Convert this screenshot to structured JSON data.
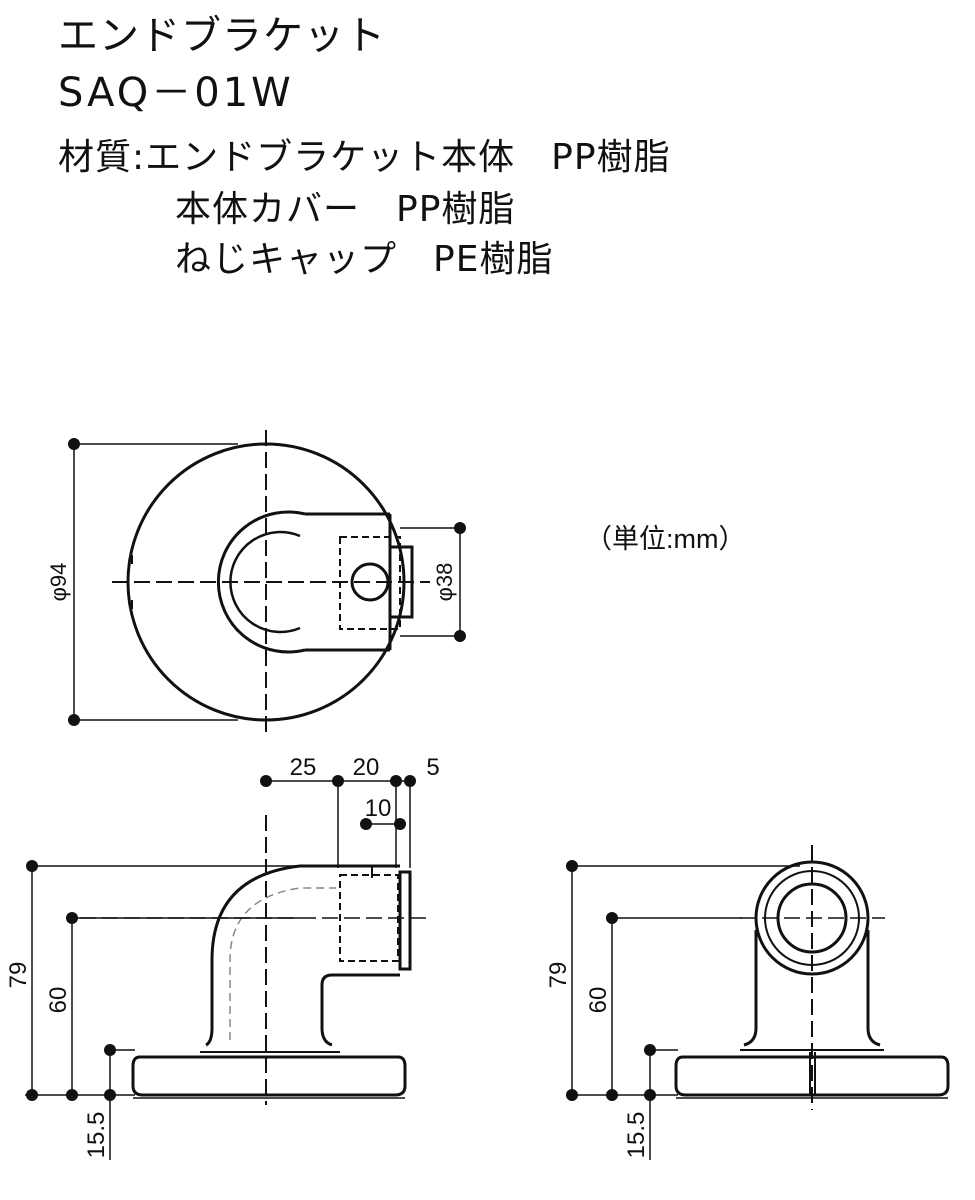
{
  "header": {
    "product_name": "エンドブラケット",
    "model_code": "SAQ－01W",
    "material_label": "材質:",
    "materials": [
      {
        "part": "エンドブラケット本体",
        "material": "PP樹脂"
      },
      {
        "part": "本体カバー",
        "material": "PP樹脂"
      },
      {
        "part": "ねじキャップ",
        "material": "PE樹脂"
      }
    ]
  },
  "unit_note": "（単位:mm）",
  "dimensions": {
    "top_view": {
      "outer_diameter": "φ94",
      "pipe_diameter": "φ38"
    },
    "side_view": {
      "w1": "25",
      "w2": "20",
      "w3": "5",
      "w4": "10",
      "h_total": "79",
      "h_center": "60",
      "h_base": "15.5"
    },
    "front_view": {
      "h_total": "79",
      "h_center": "60",
      "h_base": "15.5"
    }
  }
}
